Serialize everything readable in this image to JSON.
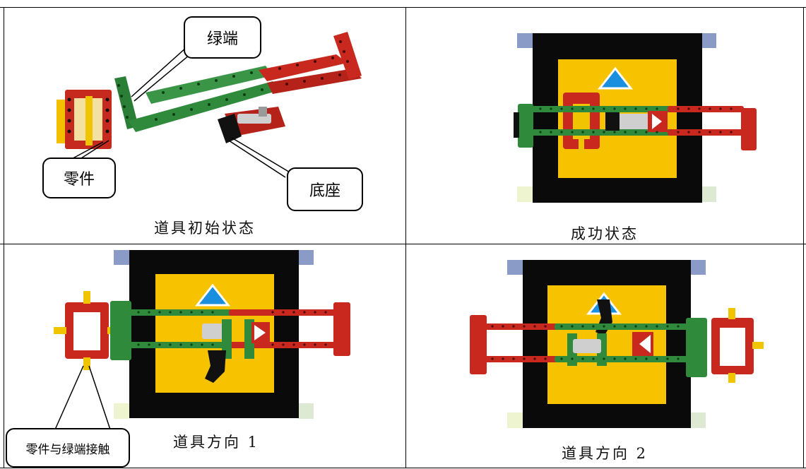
{
  "cells": [
    {
      "caption": "道具初始状态",
      "callouts": {
        "green_end": "绿端",
        "part": "零件",
        "base": "底座"
      }
    },
    {
      "caption": "成功状态"
    },
    {
      "caption": "道具方向 1",
      "callouts": {
        "contact": "零件与绿端接触"
      }
    },
    {
      "caption": "道具方向 2"
    }
  ],
  "colors": {
    "green_beam": "#2f8a3c",
    "red_beam": "#c8281e",
    "yellow_plate": "#f7c200",
    "black_plate": "#0a0a0a",
    "blue_arrow": "#1a8fe0",
    "corner_blue": "#8a9bc8",
    "corner_green": "#dde9d3",
    "corner_yellow": "#eef3d0"
  }
}
